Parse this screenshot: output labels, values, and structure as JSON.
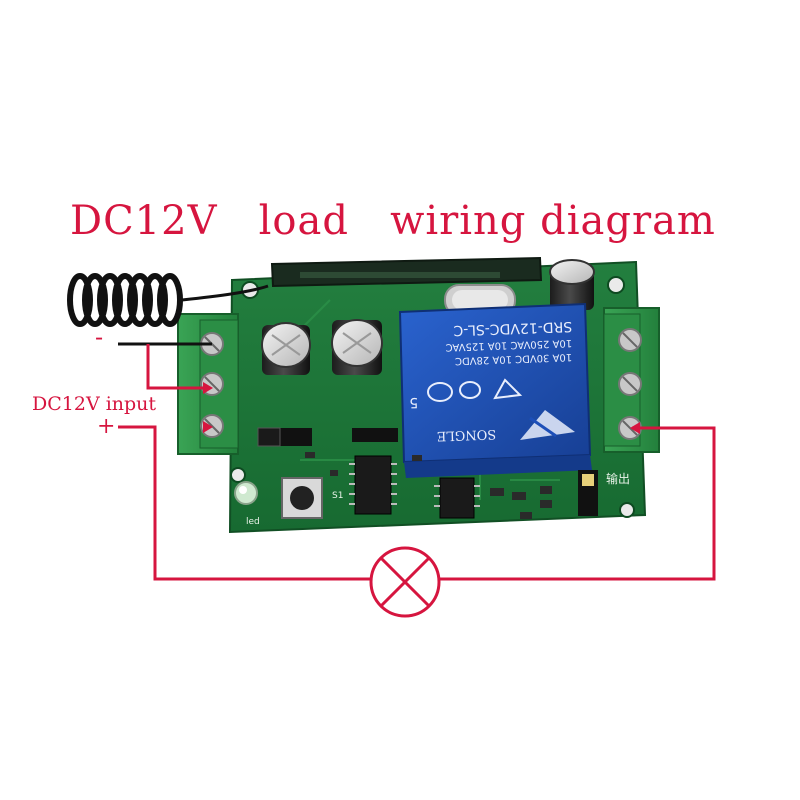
{
  "title": "DC12V   load   wiring diagram",
  "labels": {
    "minus": "-",
    "input": "DC12V input",
    "plus": "+"
  },
  "relay": {
    "line1": "SRD-12VDC-SL-C",
    "line2": "10A 250VAC  10A 125VAC",
    "line3": "10A 30VDC  10A 28VDC",
    "brand": "SONGLE",
    "pin_count": "5"
  },
  "board_labels": {
    "output": "输出",
    "led": "led",
    "s1": "S1"
  },
  "colors": {
    "wire": "#d6153f",
    "board": "#1f7a3a",
    "terminal": "#2e9a4a",
    "relay": "#1d4fb8",
    "background": "#ffffff"
  },
  "icons": [
    "antenna-coil-icon",
    "lamp-icon"
  ]
}
